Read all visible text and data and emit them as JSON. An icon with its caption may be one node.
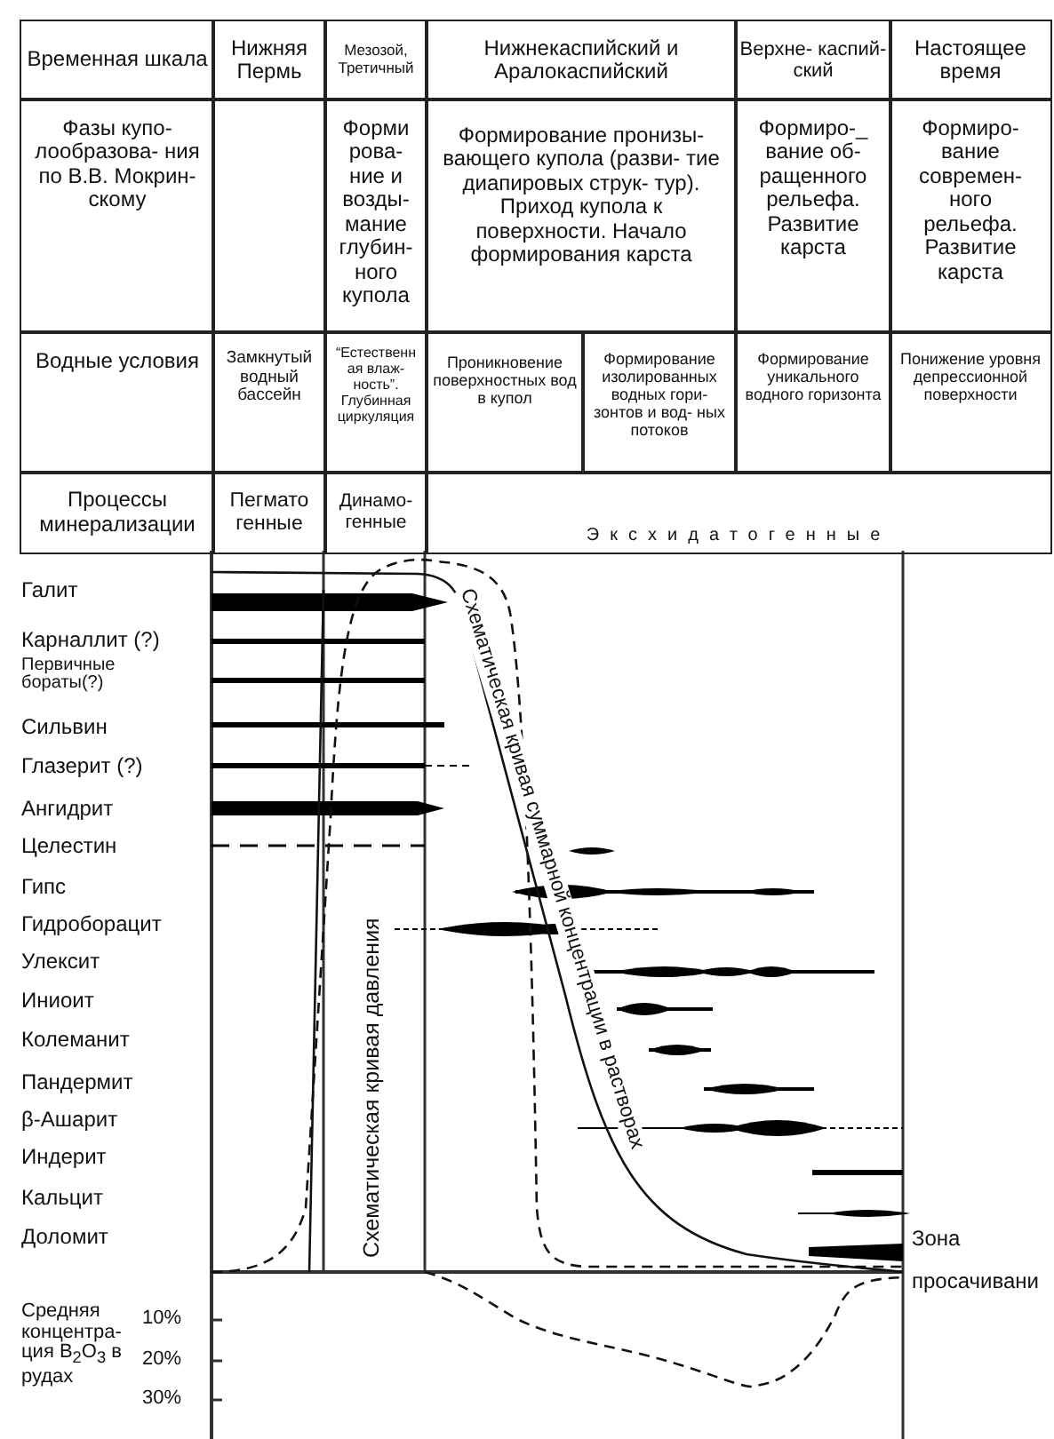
{
  "diagram": {
    "labels": [
      "Временная шкала",
      "Нижняя Пермь",
      "Мезозой, Третичный",
      "Нижнекаспийский и Аралокаспийский",
      "Верхне- каспий- ский",
      "Настоящее время",
      "Фазы купо- лообразова- ния по В.В. Мокрин- скому",
      "Форми рова- ние и возды- мание глубин- ного купола",
      "Формирование пронизы- вающего купола (разви- тие диапировых струк- тур). Приход купола к поверхности. Начало формирования карста",
      "Формиро-_ вание об- ращенного рельефа. Развитие карста",
      "Формиро- вание современ- ного рельефа. Развитие карста",
      "Водные условия",
      "Замкнутый водный бассейн",
      "“Естественн ая влаж- ность”. Глубинная циркуляция",
      "Проникновение поверхностных вод в купол",
      "Формирование изолированных водных гори- зонтов и вод- ных потоков",
      "Формирование уникального водного горизонта",
      "Понижение уровня депрессионной поверхности",
      "Процессы минерализации",
      "Пегмато генные",
      "Динамо- генные",
      "Эксхидатогенные",
      "Галит",
      "Карналлит (?)",
      "Первичные бораты(?)",
      "Сильвин",
      "Глазерит  (?)",
      "Ангидрит",
      "Целестин",
      "Гипс",
      "Гидроборацит",
      "Улексит",
      "Иниоит",
      "Колеманит",
      "Пандермит",
      "β-Ашарит",
      "Индерит",
      "Кальцит",
      "Доломит",
      "Схематическая кривая суммарной концентрации в растворах",
      "Схематическая кривая давления",
      "Зона просачивани",
      "Средняя концентра- ция B$_{2}$O$_{3}$ в рудах",
      "10%",
      "20%",
      "30%"
    ]
  }
}
